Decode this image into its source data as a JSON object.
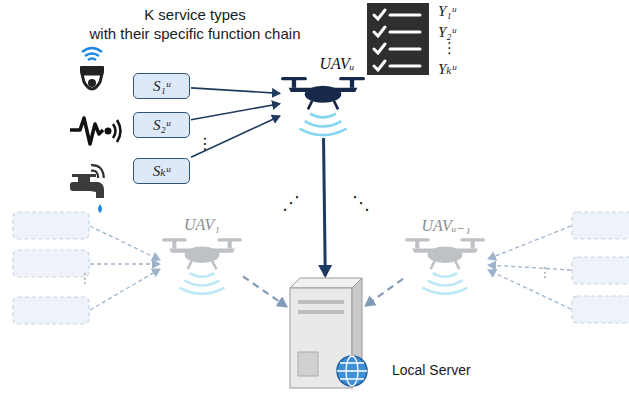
{
  "diagram": {
    "nodes": [
      {
        "text": [
          "S₁ᵘ"
        ]
      },
      {
        "text": [
          "S₂ᵘ"
        ]
      },
      {
        "text": [
          "Sₖᵘ"
        ]
      },
      {
        "text": [
          "UAVᵤ"
        ]
      },
      {
        "text": [
          "UAV₁"
        ]
      },
      {
        "text": [
          "UAVᵤ₋₁"
        ]
      },
      {
        "text": [
          "Local Server"
        ]
      }
    ],
    "edges": [
      {
        "from": 0,
        "to": 3,
        "arrow": "to"
      },
      {
        "from": 1,
        "to": 3,
        "arrow": "to"
      },
      {
        "from": 2,
        "to": 3,
        "arrow": "to"
      },
      {
        "from": 3,
        "to": 6,
        "arrow": "to"
      },
      {
        "from": 4,
        "to": 6,
        "arrow": "to"
      },
      {
        "from": 5,
        "to": 6,
        "arrow": "to"
      }
    ],
    "labels": [
      "K service types",
      "with their specific function chain",
      "⋮",
      "Υ₁ᵘ",
      "Υ₂ᵘ",
      "⋮",
      "Υₖᵘ",
      "⋰",
      "⋱",
      "⋮",
      "⋮"
    ]
  }
}
